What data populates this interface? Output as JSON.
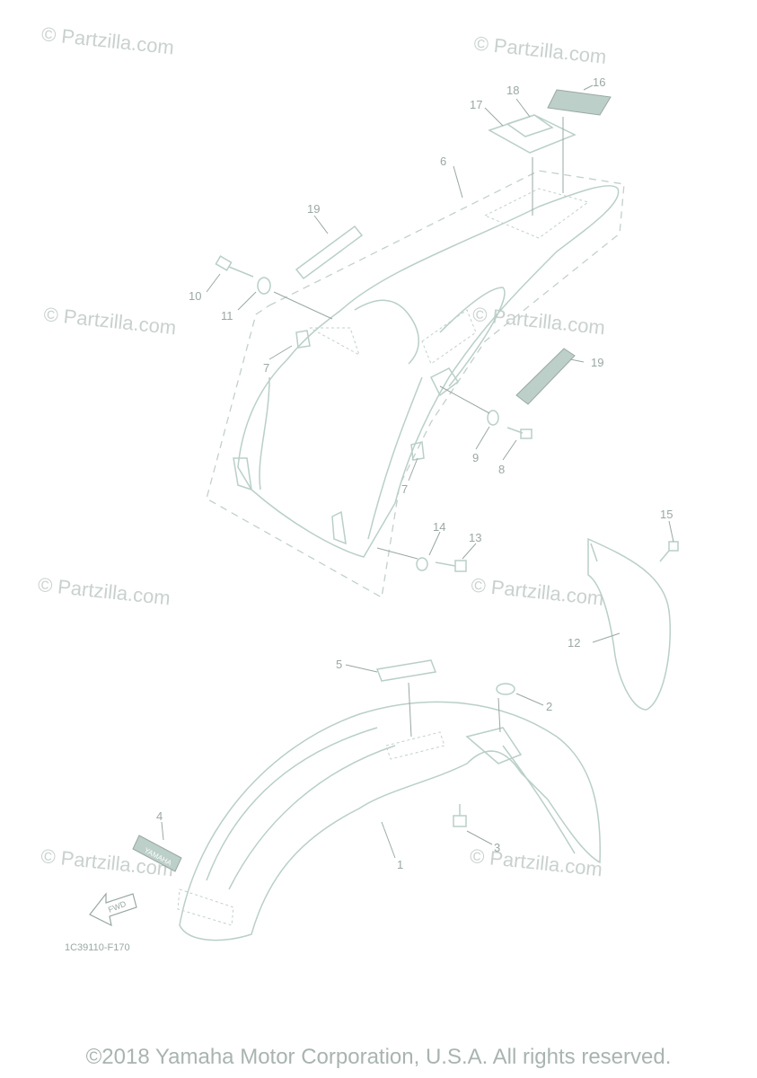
{
  "watermark": "© Partzilla.com",
  "drawing_code": "1C39110-F170",
  "copyright": "©2018 Yamaha Motor Corporation, U.S.A. All rights reserved.",
  "callouts": {
    "c1": "1",
    "c2": "2",
    "c3": "3",
    "c4": "4",
    "c5": "5",
    "c6": "6",
    "c7a": "7",
    "c7b": "7",
    "c8": "8",
    "c9": "9",
    "c10": "10",
    "c11": "11",
    "c12": "12",
    "c13": "13",
    "c14": "14",
    "c15": "15",
    "c16": "16",
    "c17": "17",
    "c18": "18",
    "c19a": "19",
    "c19b": "19"
  },
  "decal_text": {
    "yamaha": "YAMAHA",
    "fwd": "FWD"
  },
  "colors": {
    "line": "#b9cfc8",
    "label": "#9aa8a3",
    "watermark": "#c9d1ce"
  }
}
